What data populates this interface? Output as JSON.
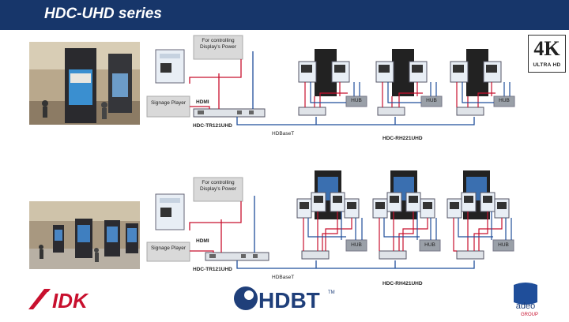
{
  "header": {
    "title": "HDC-UHD series"
  },
  "badge": {
    "k_text": "4K",
    "sub_text": "ULTRA HD"
  },
  "top_diagram": {
    "power_box": "For controlling Display's Power",
    "player_box": "Signage Player",
    "hdmi": "HDMI",
    "tx_model": "HDC-TR121UHD",
    "link": "HDBaseT",
    "rx_model": "HDC-RH221UHD",
    "hub": "HUB"
  },
  "bottom_diagram": {
    "power_box": "For controlling Display's Power",
    "player_box": "Signage Player",
    "hdmi": "HDMI",
    "tx_model": "HDC-TR121UHD",
    "link": "HDBaseT",
    "rx_model": "HDC-RH421UHD",
    "hub": "HUB"
  },
  "logos": {
    "idk": "IDK",
    "hdbt": "HDBT",
    "hdbt_tm": "TM",
    "adeo": "adeo",
    "adeo_sub": "GROUP"
  },
  "colors": {
    "header": "#17366a",
    "red_line": "#c8102e",
    "blue_line": "#1f4e9a",
    "hub": "#9aa0a8"
  }
}
